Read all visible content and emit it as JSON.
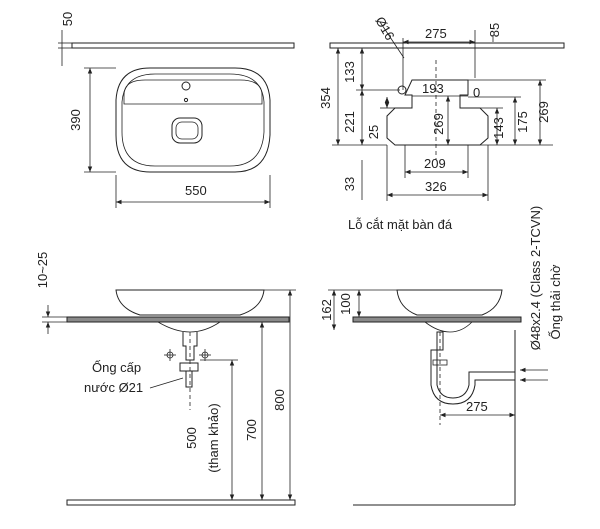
{
  "top_view": {
    "dim_50": "50",
    "dim_390": "390",
    "dim_550": "550"
  },
  "cutout_view": {
    "dim_diameter": "Ø16",
    "dim_275": "275",
    "dim_85": "85",
    "dim_133": "133",
    "dim_354": "354",
    "dim_193": "193",
    "dim_221": "221",
    "dim_0": "0",
    "dim_269_inner": "269",
    "dim_25": "25",
    "dim_143": "143",
    "dim_175": "175",
    "dim_269_right": "269",
    "dim_209": "209",
    "dim_33": "33",
    "dim_326": "326",
    "caption": "Lỗ cắt mặt bàn đá"
  },
  "front_view": {
    "dim_10_25": "10~25",
    "supply_label_line1": "Ống cấp",
    "supply_label_line2": "nước Ø21",
    "dim_500": "500",
    "dim_reference": "(tham khảo)",
    "dim_700": "700",
    "dim_800": "800"
  },
  "side_view": {
    "dim_162": "162",
    "dim_100": "100",
    "dim_275": "275",
    "drain_spec": "Ø48x2.4 (Class 2-TCVN)",
    "drain_label": "Ống thải chờ"
  }
}
